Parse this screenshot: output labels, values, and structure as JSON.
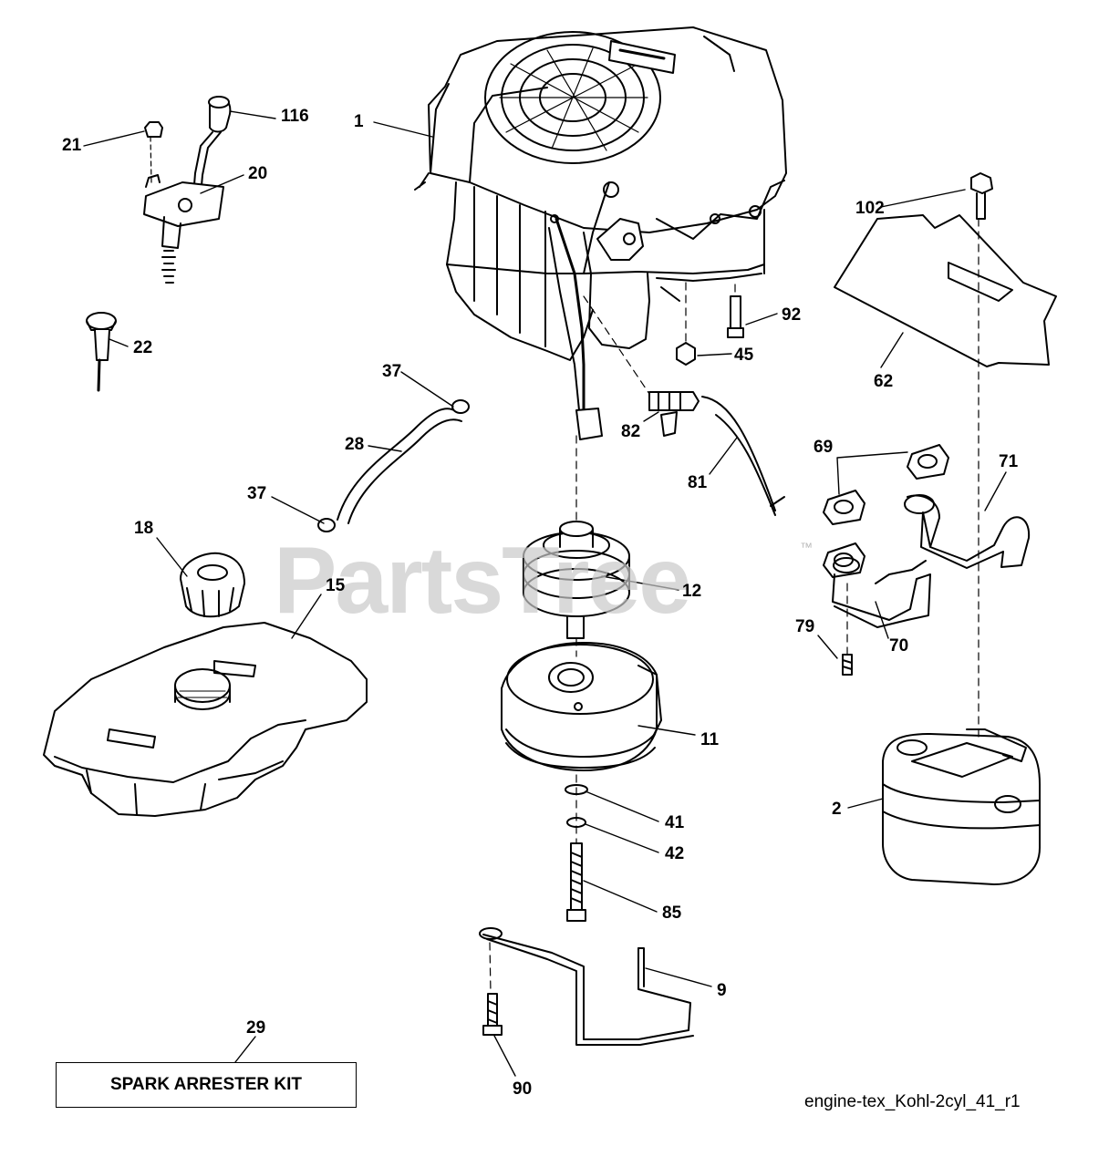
{
  "watermark": {
    "text": "PartsTree",
    "trademark": "™"
  },
  "kit_label": "SPARK ARRESTER KIT",
  "diagram_id": "engine-tex_Kohl-2cyl_41_r1",
  "callouts": {
    "c1": "1",
    "c2": "2",
    "c9": "9",
    "c11": "11",
    "c12": "12",
    "c15": "15",
    "c18": "18",
    "c20": "20",
    "c21": "21",
    "c22": "22",
    "c28": "28",
    "c29": "29",
    "c37a": "37",
    "c37b": "37",
    "c41": "41",
    "c42": "42",
    "c45": "45",
    "c62": "62",
    "c69": "69",
    "c70": "70",
    "c71": "71",
    "c79": "79",
    "c81": "81",
    "c82": "82",
    "c85": "85",
    "c90": "90",
    "c92": "92",
    "c102": "102",
    "c116": "116"
  },
  "colors": {
    "line": "#000000",
    "watermark": "#c9c9c9",
    "background": "#ffffff"
  }
}
